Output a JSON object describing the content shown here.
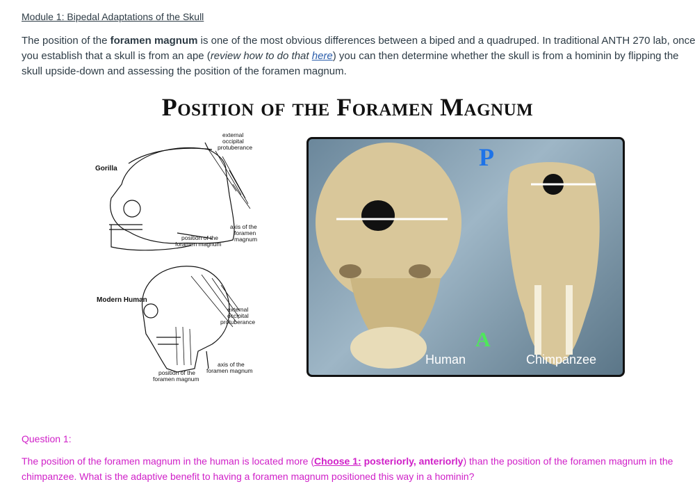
{
  "module_heading": "Module 1: Bipedal Adaptations of the Skull",
  "intro": {
    "p1": "The position of the ",
    "term": "foramen magnum",
    "p2": " is one of the most obvious differences between a biped and a quadruped. In traditional ANTH 270 lab, once you establish that a skull is from an ape (",
    "review_text": "review how to do that ",
    "link_text": "here",
    "p3": ") you can then determine whether the skull is from a hominin by flipping the skull upside-down and assessing the position of the foramen magnum."
  },
  "figure": {
    "title": "Position of the Foramen Magnum",
    "diagram": {
      "gorilla_label": "Gorilla",
      "human_label": "Modern Human",
      "gorilla_eop_1": "external",
      "gorilla_eop_2": "occipital",
      "gorilla_eop_3": "protuberance",
      "gorilla_axis_1": "axis of the",
      "gorilla_axis_2": "foramen",
      "gorilla_axis_3": "magnum",
      "gorilla_pos_1": "position of the",
      "gorilla_pos_2": "foramen magnum",
      "human_eop_1": "external",
      "human_eop_2": "occipital",
      "human_eop_3": "protuberance",
      "human_axis_1": "axis of the",
      "human_axis_2": "foramen magnum",
      "human_pos_1": "position of the",
      "human_pos_2": "foramen magnum"
    },
    "photo": {
      "posterior_marker": "P",
      "anterior_marker": "A",
      "human_caption": "Human",
      "chimp_caption": "Chimpanzee",
      "colors": {
        "posterior": "#1e73e8",
        "anterior": "#4ee85a",
        "bone": "#d9c79a"
      }
    }
  },
  "question": {
    "title": "Question 1:",
    "text_1": "The position of the foramen magnum in the human is located more (",
    "choose_label": "Choose 1:",
    "options": " posteriorly, anteriorly",
    "text_2": ") than the position of the foramen magnum in the chimpanzee. What is the adaptive benefit to having a foramen magnum positioned this way in a hominin?"
  }
}
